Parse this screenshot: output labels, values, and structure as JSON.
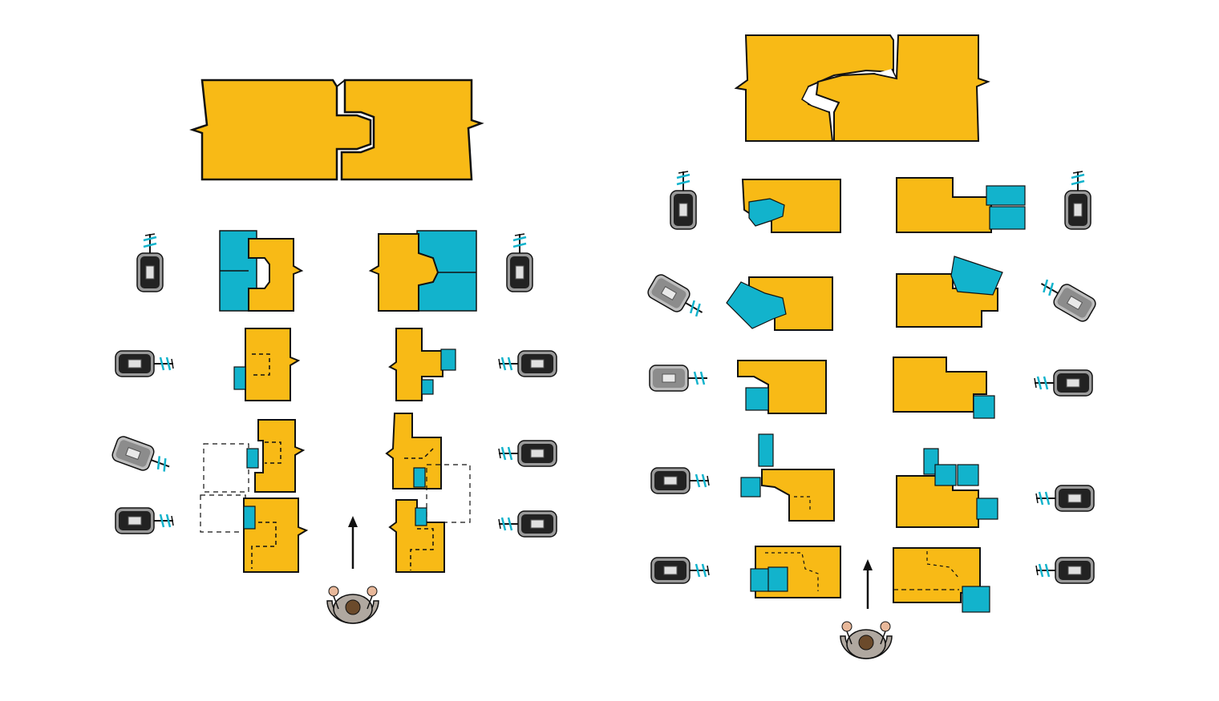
{
  "diagram": {
    "description_visible_text": "",
    "colors": {
      "wood": "#F8BA16",
      "cutter": "#12B3CC",
      "outline": "#111111",
      "motor_dark": "#222222",
      "motor_light": "#9a9a9a",
      "operator_body": "#8a6a4a",
      "operator_skin": "#e8b89a",
      "background": "#ffffff"
    },
    "icons": {
      "spindle": "spindle-motor-icon",
      "operator": "operator-icon",
      "feed_arrow": "feed-direction-arrow-icon"
    },
    "left_layout": {
      "finished_joint": "tongue-and-groove-profile",
      "stations": 4,
      "operator": true
    },
    "right_layout": {
      "finished_joint": "curved-profile-joint",
      "stations": 5,
      "operator": true
    }
  }
}
